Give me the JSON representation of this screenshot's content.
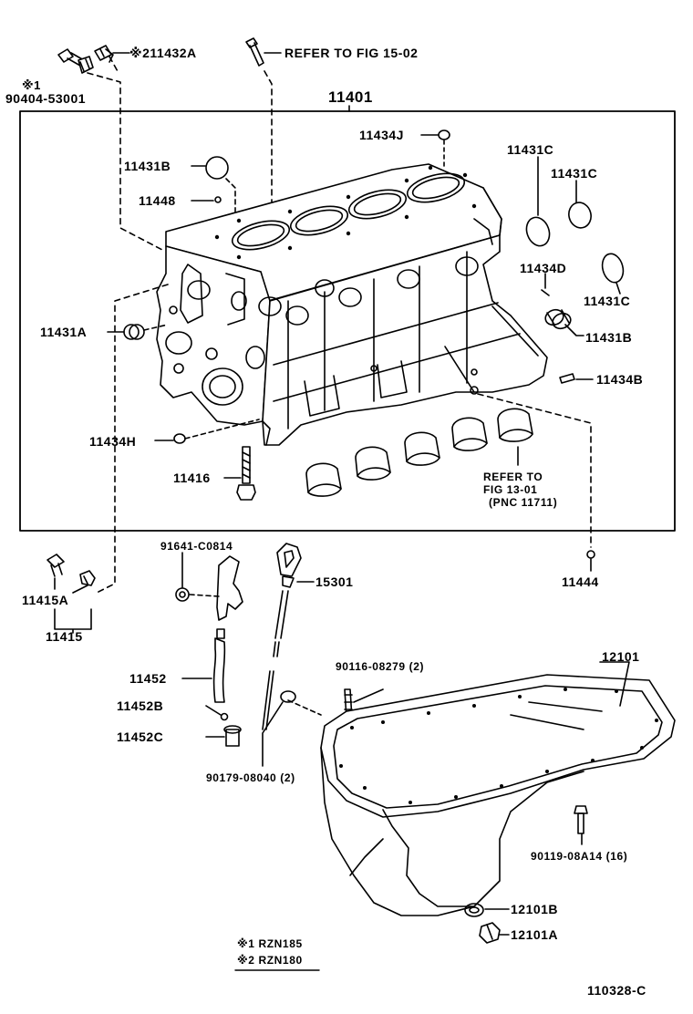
{
  "labels": {
    "note1_part": "90404-53001",
    "note1_marker": "※1",
    "p11432A": "※211432A",
    "refer_fig_15": "REFER TO FIG 15-02",
    "p11401": "11401",
    "p11434J": "11434J",
    "p11431B_top": "11431B",
    "p11448": "11448",
    "p11431C_a": "11431C",
    "p11431C_b": "11431C",
    "p11431C_c": "11431C",
    "p11434D": "11434D",
    "p11431A": "11431A",
    "p11431B_right": "11431B",
    "p11434B": "11434B",
    "p11434H": "11434H",
    "p11416": "11416",
    "refer_fig_13_line1": "REFER TO",
    "refer_fig_13_line2": "FIG 13-01",
    "refer_fig_13_line3": "(PNC 11711)",
    "p91641": "91641-C0814",
    "p15301": "15301",
    "p11444": "11444",
    "p11415A": "11415A",
    "p11415": "11415",
    "p90116": "90116-08279 (2)",
    "p12101": "12101",
    "p11452": "11452",
    "p11452B": "11452B",
    "p11452C": "11452C",
    "p90179": "90179-08040 (2)",
    "p90119": "90119-08A14 (16)",
    "p12101B": "12101B",
    "p12101A": "12101A",
    "legend1": "※1 RZN185",
    "legend2": "※2 RZN180",
    "figure_code": "110328-C"
  }
}
